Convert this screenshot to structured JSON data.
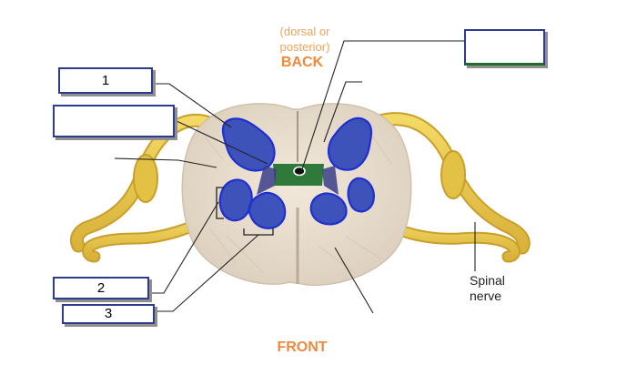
{
  "orientation": {
    "dorsal_note": "(dorsal or posterior)",
    "back": "BACK",
    "front": "FRONT"
  },
  "labels": {
    "box_1": "1",
    "box_2": "2",
    "box_3": "3",
    "spinal_nerve": "Spinal nerve"
  },
  "colors": {
    "white_matter": "#e8dccb",
    "gray_matter_fill": "#2a44b8",
    "gray_matter_outline": "#1f2fd0",
    "central_region": "#2f7a3a",
    "nerve": "#e8c94a",
    "accent_text": "#ef8a3c",
    "box_border": "#2e3b8c"
  }
}
